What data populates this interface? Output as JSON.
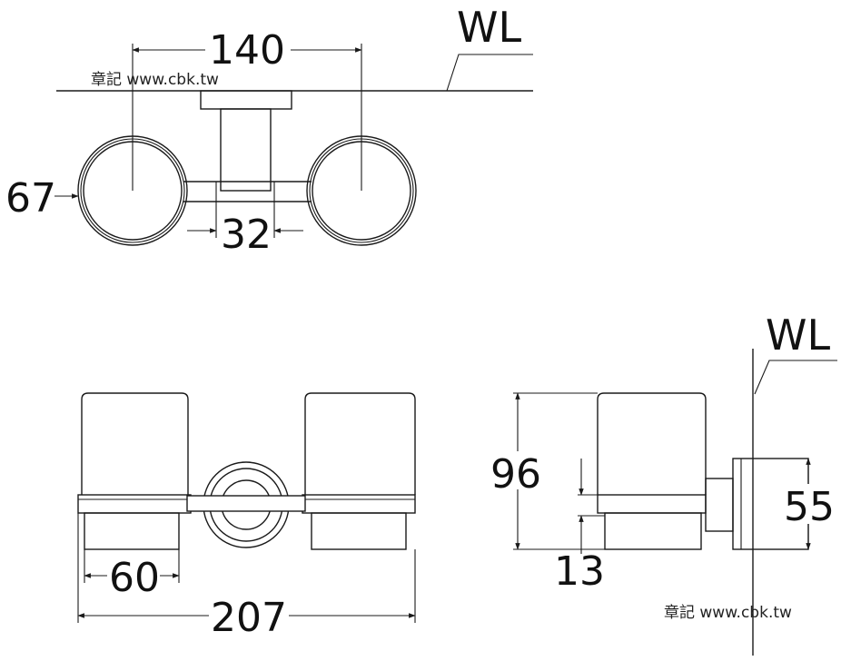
{
  "top_view": {
    "wl_label": "WL",
    "dim_width": "140",
    "dim_diameter": "67",
    "dim_gap": "32",
    "watermark": "章記 www.cbk.tw"
  },
  "front_view": {
    "dim_cup_width": "60",
    "dim_total_width": "207"
  },
  "side_view": {
    "wl_label": "WL",
    "dim_height": "96",
    "dim_offset": "13",
    "dim_base": "55",
    "watermark": "章記 www.cbk.tw"
  }
}
